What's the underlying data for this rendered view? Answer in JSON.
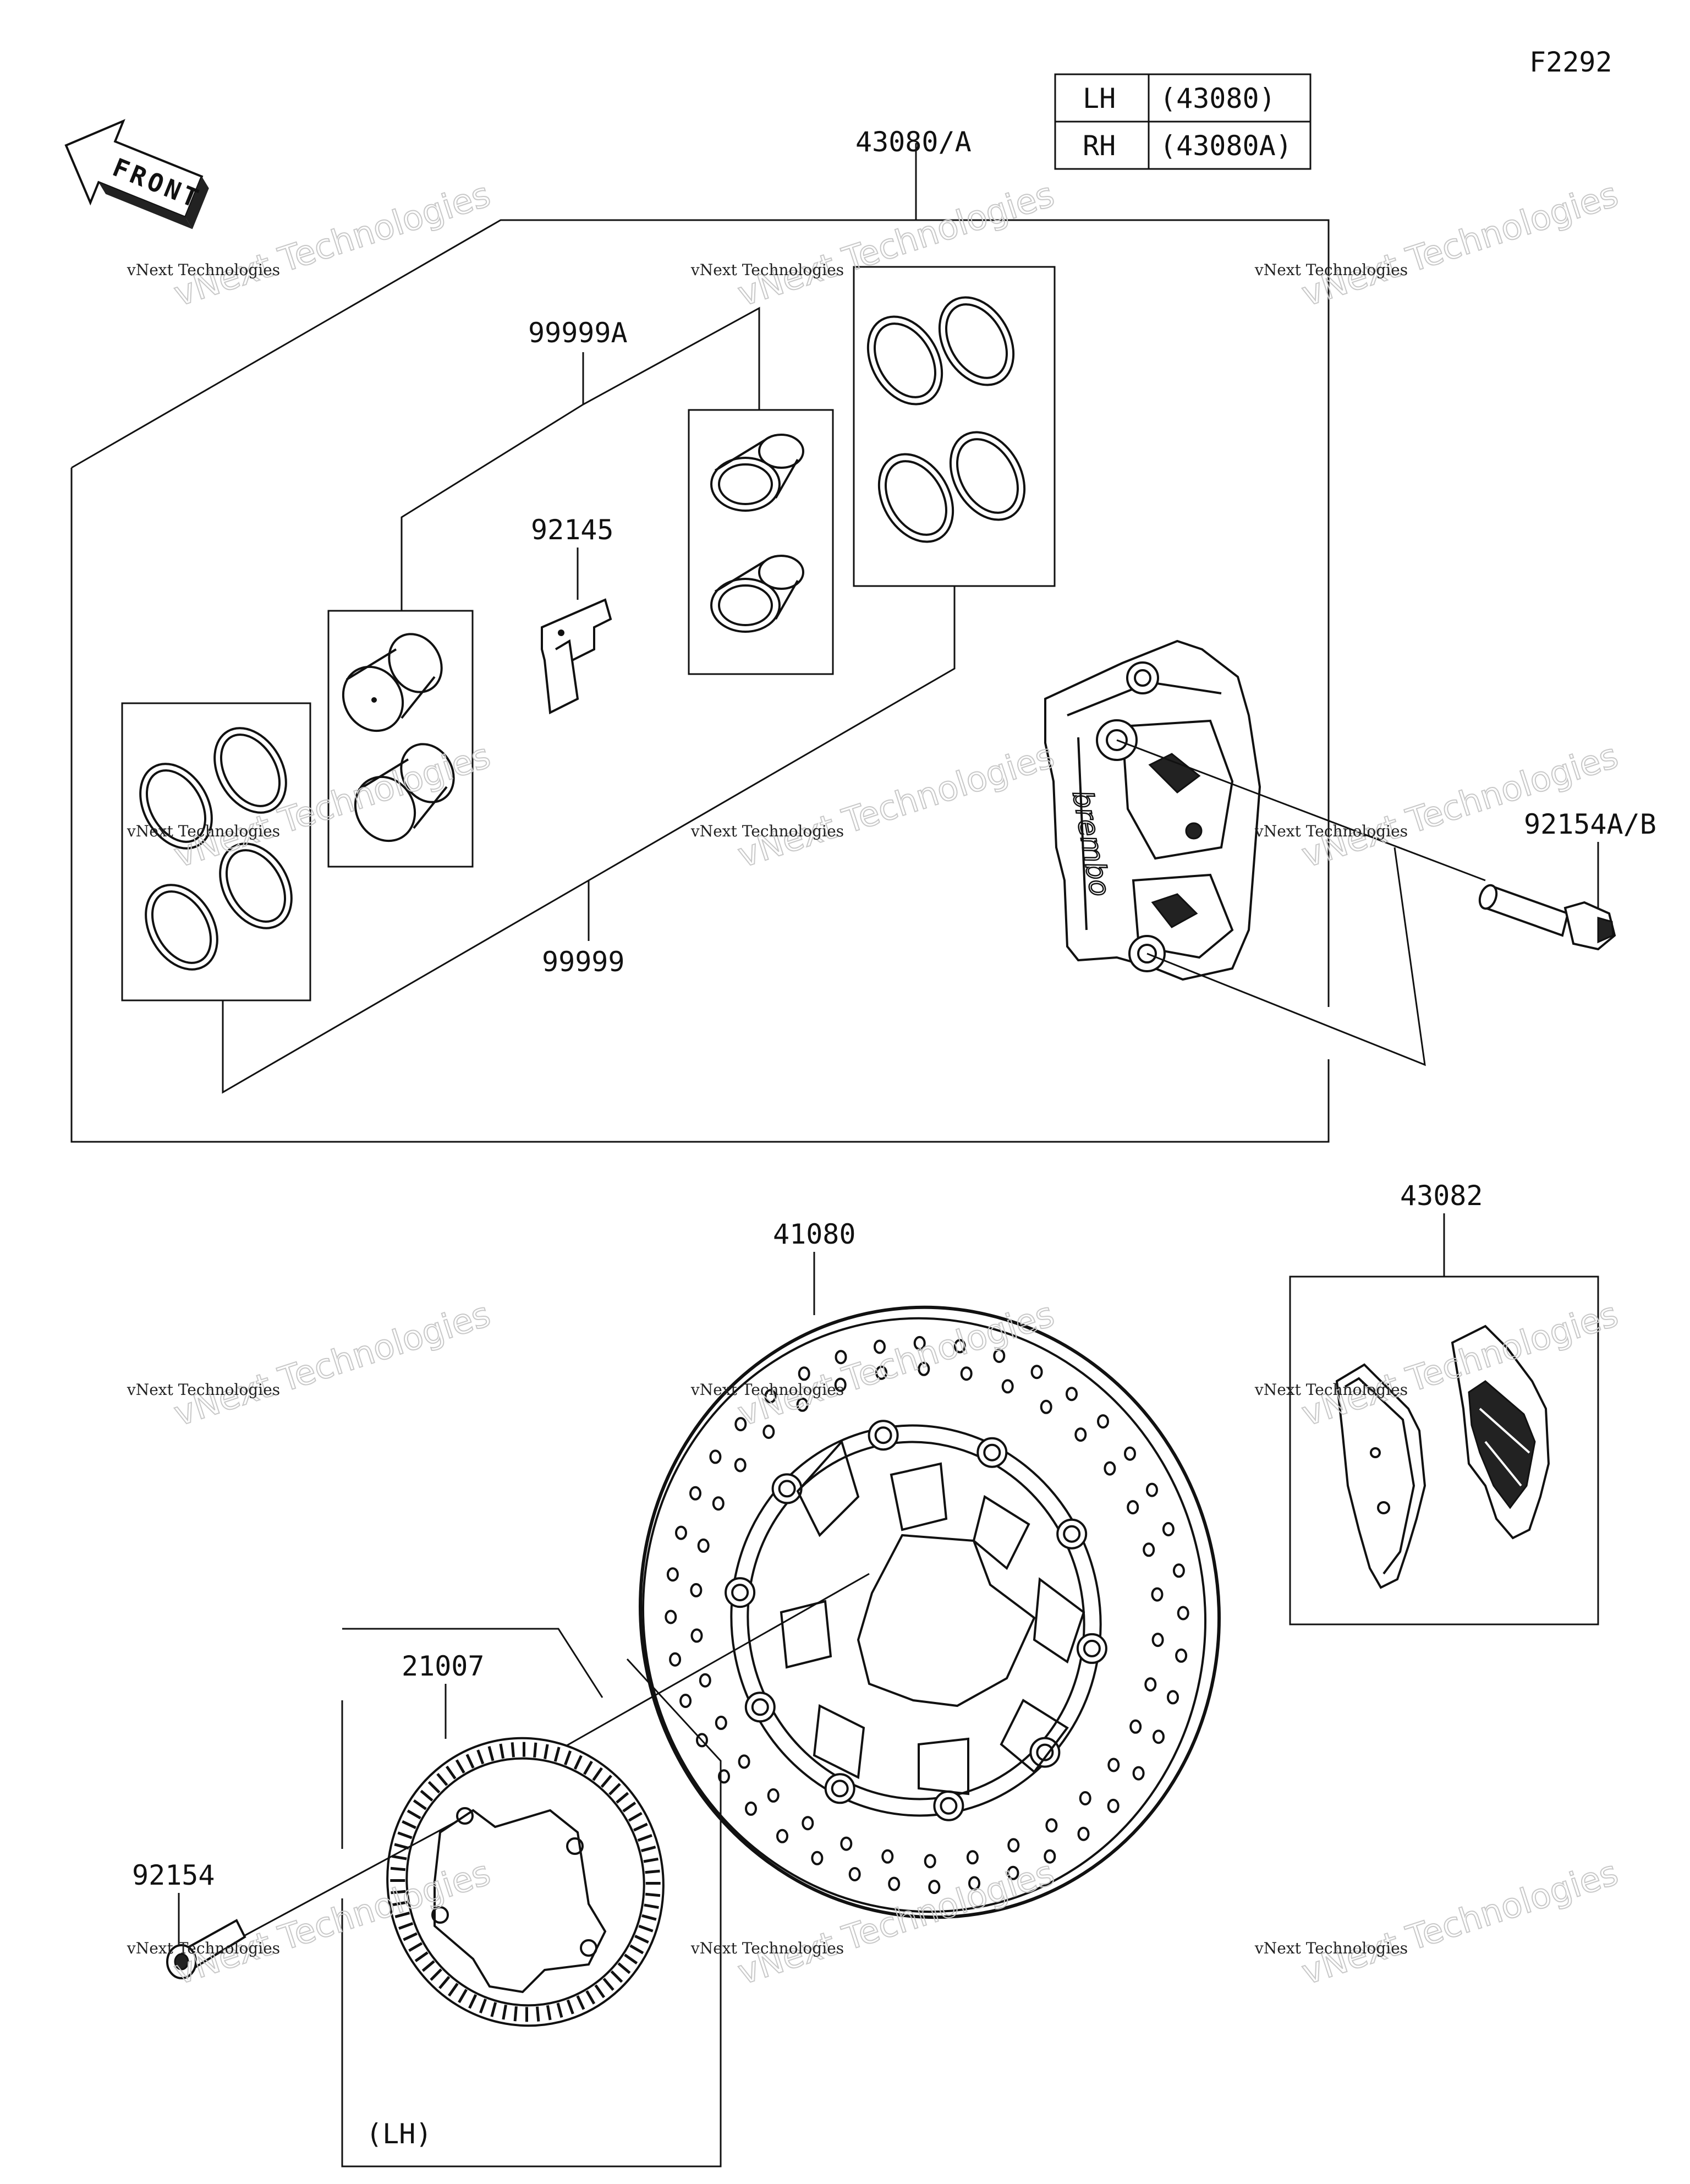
{
  "figure_id": "F2292",
  "direction_label": "FRONT",
  "side_table": {
    "rows": [
      {
        "side": "LH",
        "part": "(43080)"
      },
      {
        "side": "RH",
        "part": "(43080A)"
      }
    ]
  },
  "callouts": {
    "caliper_assy": "43080/A",
    "seal_kit_a": "99999A",
    "pad_spring": "92145",
    "seal_kit": "99999",
    "caliper_bolt": "92154A/B",
    "pad_set": "43082",
    "disc": "41080",
    "sensor_rotor": "21007",
    "rotor_bolt": "92154",
    "lh_note": "(LH)"
  },
  "caliper_brand": "brembo",
  "watermark": {
    "small": "vNext Technologies",
    "big": "vNext Technologies"
  }
}
